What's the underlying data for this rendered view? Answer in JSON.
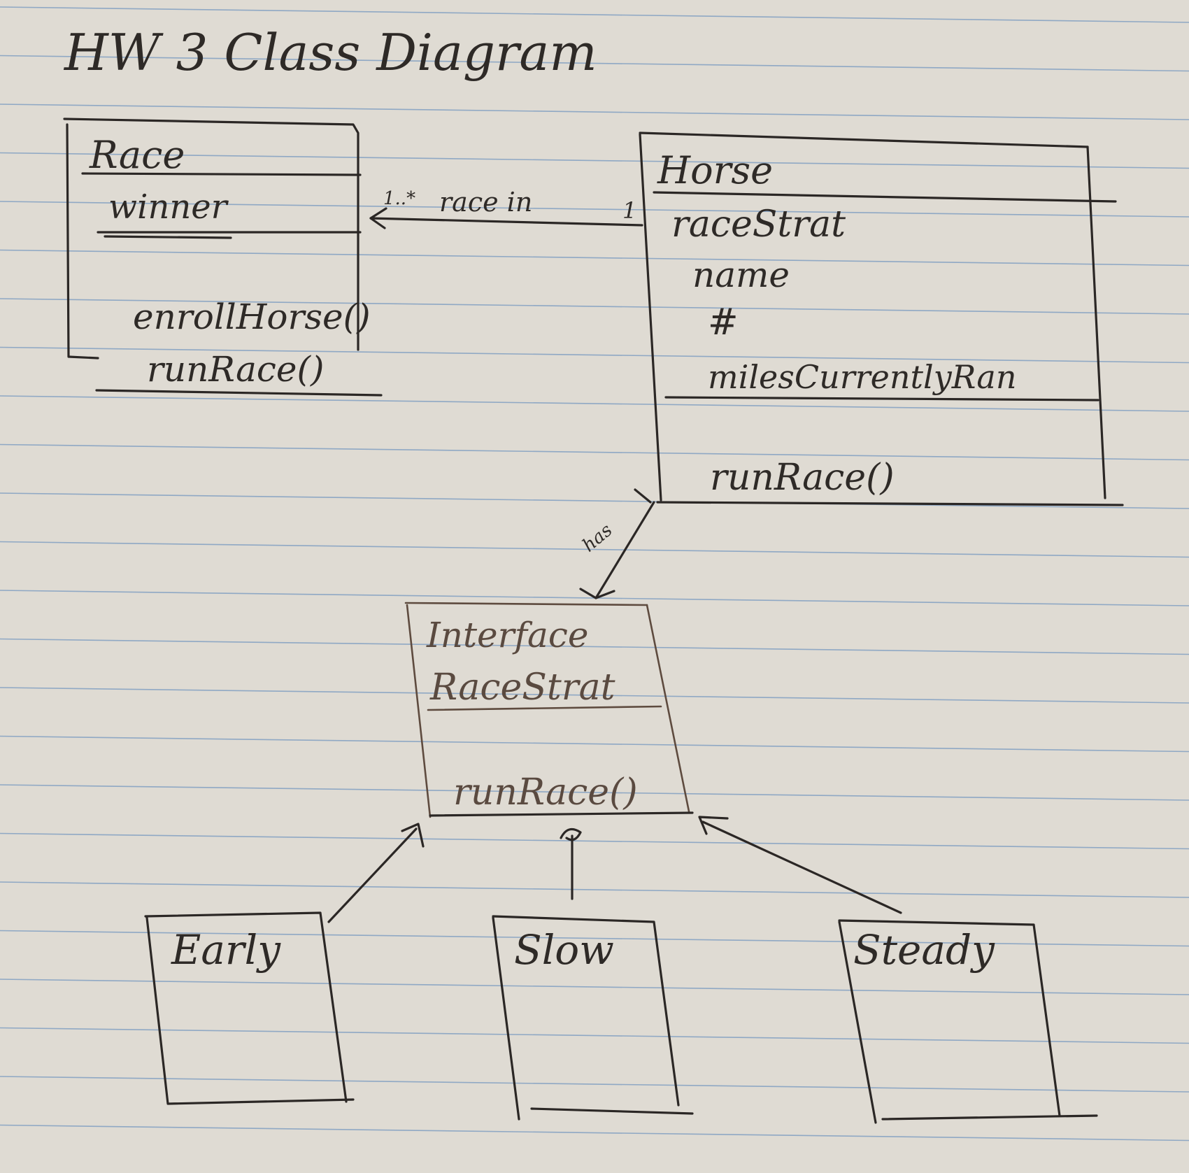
{
  "title": "HW 3 Class Diagram",
  "classes": {
    "race": {
      "name": "Race",
      "attributes": [
        "winner"
      ],
      "methods": [
        "enrollHorse()",
        "runRace()"
      ]
    },
    "horse": {
      "name": "Horse",
      "attributes": [
        "raceStrat",
        "name",
        "#",
        "milesCurrentlyRan"
      ],
      "methods": [
        "runRace()"
      ]
    },
    "race_strat": {
      "stereotype": "Interface",
      "name": "RaceStrat",
      "methods": [
        "runRace()"
      ]
    },
    "early": {
      "name": "Early"
    },
    "slow": {
      "name": "Slow"
    },
    "steady": {
      "name": "Steady"
    }
  },
  "associations": {
    "race_in": {
      "label": "race in",
      "race_multiplicity": "1..*",
      "horse_multiplicity": "1"
    },
    "has": {
      "label": "has"
    }
  },
  "colors": {
    "paper": "#dfdbd3",
    "rule_lines": "#8fa8c4",
    "ink": "#2b2725",
    "ink_light": "#5e4b3f"
  }
}
